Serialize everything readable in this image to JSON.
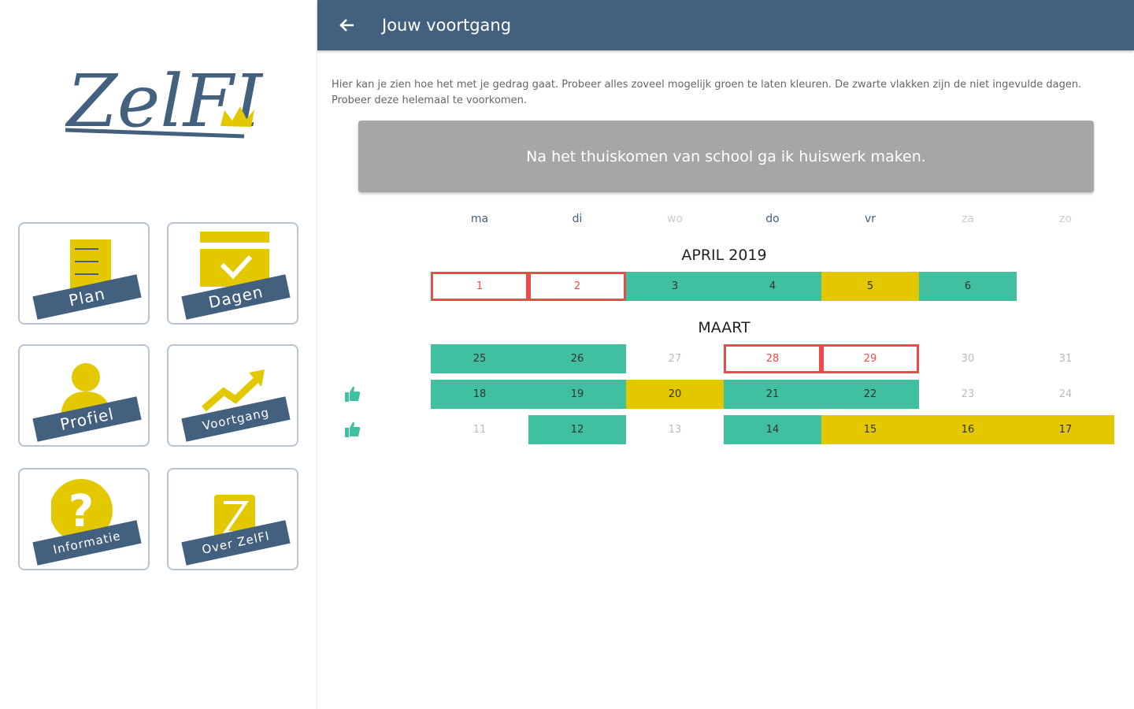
{
  "app": {
    "logo_text": "ZelFI"
  },
  "sidebar": {
    "tiles": [
      {
        "label": "Plan",
        "icon": "checklist-icon"
      },
      {
        "label": "Dagen",
        "icon": "calendar-check-icon"
      },
      {
        "label": "Profiel",
        "icon": "person-icon"
      },
      {
        "label": "Voortgang",
        "icon": "trend-up-icon"
      },
      {
        "label": "Informatie",
        "icon": "question-icon"
      },
      {
        "label": "Over ZelFI",
        "icon": "zelfi-badge-icon"
      }
    ]
  },
  "header": {
    "title": "Jouw voortgang",
    "back_icon": "arrow-left-icon"
  },
  "intro": "Hier kan je zien hoe het met je gedrag gaat. Probeer alles zoveel mogelijk groen te laten kleuren. De zwarte vlakken zijn de niet ingevulde dagen. Probeer deze helemaal te voorkomen.",
  "goal": "Na het thuiskomen van school ga ik huiswerk maken.",
  "weekdays": [
    "ma",
    "di",
    "wo",
    "do",
    "vr",
    "za",
    "zo"
  ],
  "colors": {
    "green": "#40c0a0",
    "yellow": "#e3c800",
    "missed": "#ef4a4a",
    "header": "#44607f"
  },
  "calendar": [
    {
      "month": "APRIL 2019",
      "weeks": [
        [
          {
            "d": "1",
            "s": "missed"
          },
          {
            "d": "2",
            "s": "missed"
          },
          {
            "d": "3",
            "s": "green"
          },
          {
            "d": "4",
            "s": "green"
          },
          {
            "d": "5",
            "s": "yellow"
          },
          {
            "d": "6",
            "s": "green"
          },
          null
        ]
      ]
    },
    {
      "month": "MAART",
      "weeks": [
        [
          {
            "d": "25",
            "s": "green"
          },
          {
            "d": "26",
            "s": "green"
          },
          {
            "d": "27",
            "s": "empty"
          },
          {
            "d": "28",
            "s": "missed"
          },
          {
            "d": "29",
            "s": "missed"
          },
          {
            "d": "30",
            "s": "empty"
          },
          {
            "d": "31",
            "s": "empty"
          }
        ],
        [
          {
            "d": "18",
            "s": "green"
          },
          {
            "d": "19",
            "s": "green"
          },
          {
            "d": "20",
            "s": "yellow"
          },
          {
            "d": "21",
            "s": "green"
          },
          {
            "d": "22",
            "s": "green"
          },
          {
            "d": "23",
            "s": "empty"
          },
          {
            "d": "24",
            "s": "empty"
          }
        ],
        [
          {
            "d": "11",
            "s": "empty"
          },
          {
            "d": "12",
            "s": "green"
          },
          {
            "d": "13",
            "s": "empty"
          },
          {
            "d": "14",
            "s": "green"
          },
          {
            "d": "15",
            "s": "yellow"
          },
          {
            "d": "16",
            "s": "yellow"
          },
          {
            "d": "17",
            "s": "yellow"
          }
        ]
      ],
      "thumbs": [
        false,
        true,
        true
      ]
    }
  ]
}
